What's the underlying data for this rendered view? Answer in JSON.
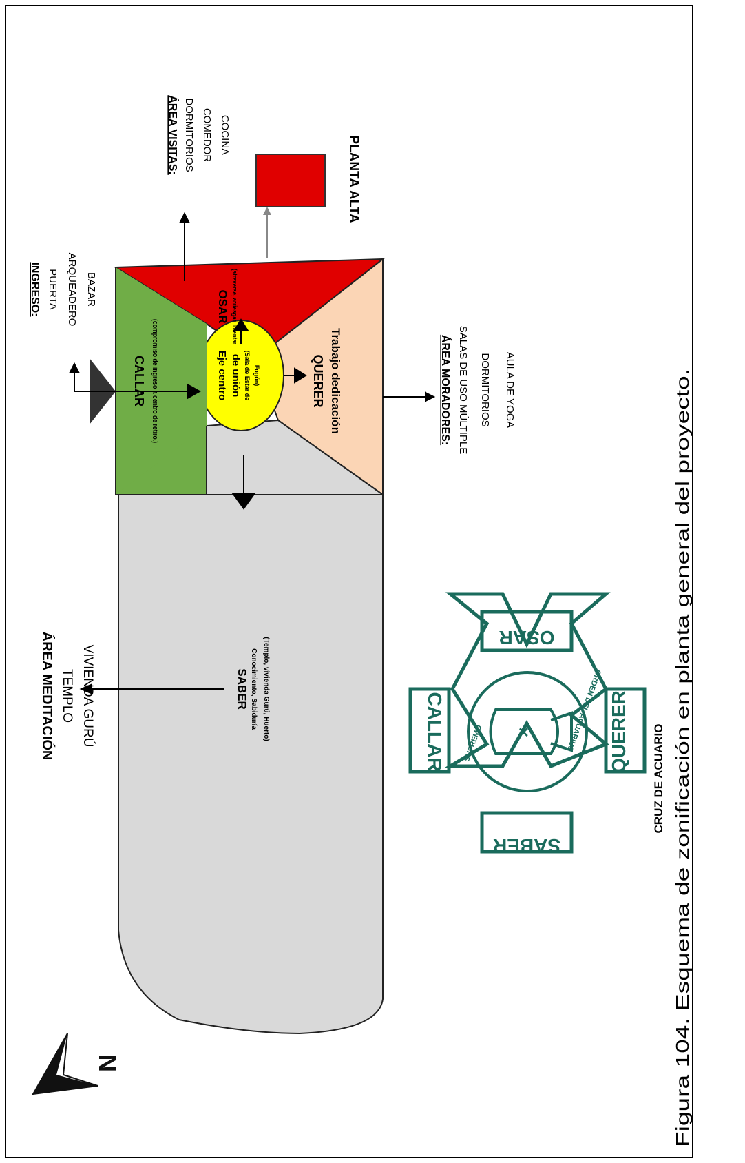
{
  "caption": "Figura 104. Esquema de zonificación en planta general del proyecto.",
  "zones": {
    "callar": {
      "title": "CALLAR",
      "desc": "(compromiso de ingreso a centro de retiro.)",
      "color": "#70ad47"
    },
    "osar": {
      "title": "OSAR",
      "desc": "(atreverse, arriesgar, intentar",
      "color": "#e00000"
    },
    "querer": {
      "title": "QUERER",
      "desc": "Trabajo dedicación",
      "color": "#fbd5b5"
    },
    "saber": {
      "title": "SABER",
      "desc1": "Conocimiento, Sabiduría",
      "desc2": "(Templo, vivienda Gurú, Huerto)",
      "color": "#d9d9d9"
    },
    "eje": {
      "line1": "Eje centro",
      "line2": "de unión",
      "line3": "(Sala de Estar de",
      "line4": "Fogón)",
      "color": "#ffff00"
    }
  },
  "labels": {
    "ingreso": {
      "title": "INGRESO:",
      "items": [
        "PUERTA",
        "ARQUEADERO",
        "BAZAR"
      ]
    },
    "visitas": {
      "title": "ÁREA VISITAS:",
      "items": [
        "DORMITORIOS",
        "COMEDOR",
        "COCINA"
      ]
    },
    "planta_alta": "PLANTA ALTA",
    "moradores": {
      "title": "ÁREA MORADORES:",
      "items": [
        "SALAS DE USO MÚLTIPLE",
        "DORMITORIOS",
        "AULA DE YOGA"
      ]
    },
    "meditacion": {
      "title": "ÁREA MEDITACIÓN",
      "items": [
        "TEMPLO",
        "VIVIENDA GURÚ"
      ]
    }
  },
  "compass": {
    "letter": "N"
  },
  "emblem": {
    "caption": "CRUZ DE ACUARIO",
    "arms": [
      "CALLAR",
      "OSAR",
      "QUERER",
      "SABER"
    ],
    "ring_top": "ORDEN DEL ACUARIUS",
    "ring_bottom": "SUPREMO",
    "color": "#1a6b5c"
  },
  "colors": {
    "planta_alta": "#e00000",
    "arrow": "#000000"
  }
}
